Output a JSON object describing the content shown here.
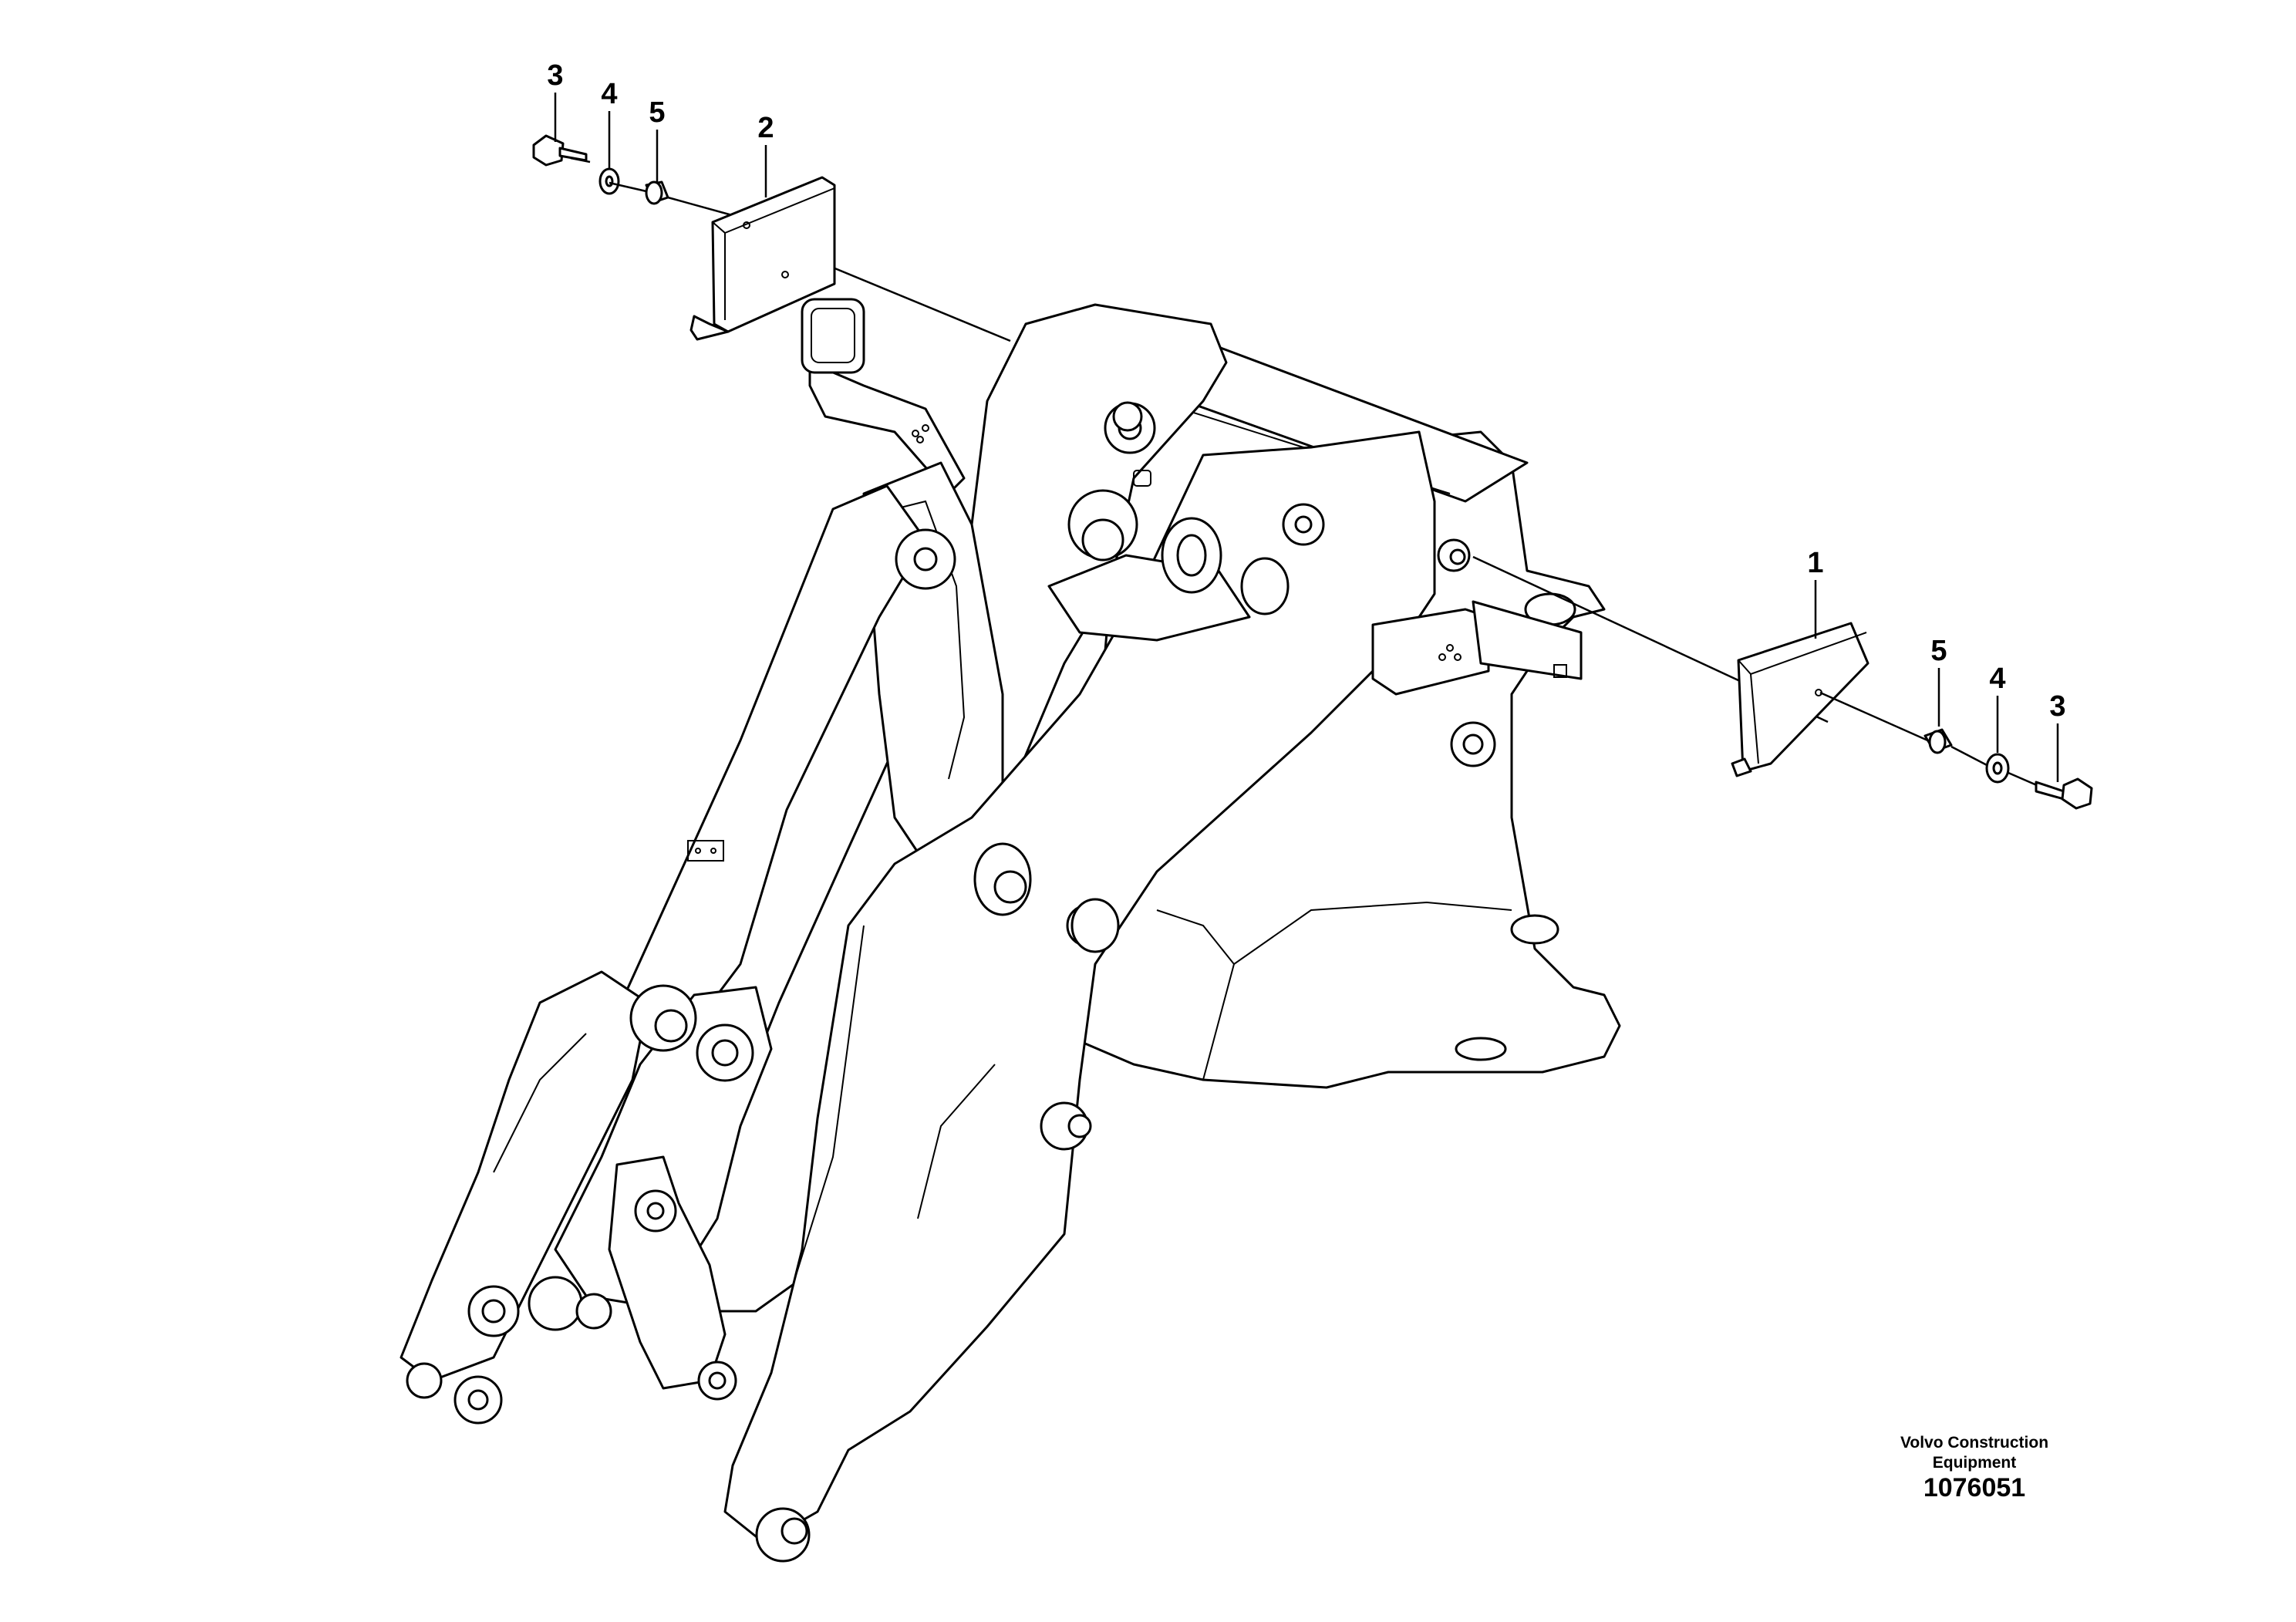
{
  "callouts": {
    "left": {
      "c3": "3",
      "c4": "4",
      "c5": "5",
      "c2": "2"
    },
    "right": {
      "c1": "1",
      "c5": "5",
      "c4": "4",
      "c3": "3"
    }
  },
  "caption": {
    "company_line1": "Volvo Construction",
    "company_line2": "Equipment",
    "document_number": "1076051"
  }
}
